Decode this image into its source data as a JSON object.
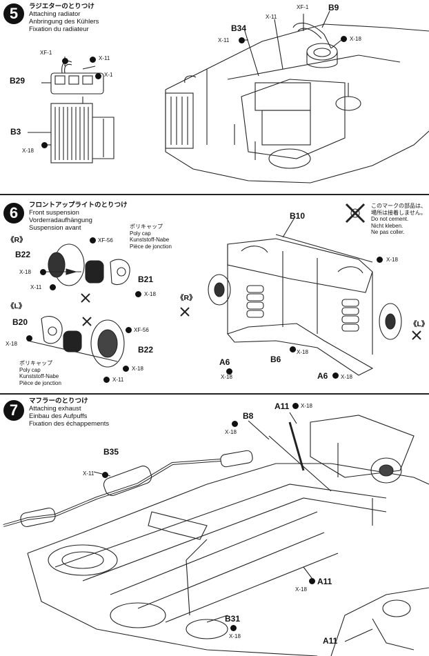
{
  "step5": {
    "number": "5",
    "title_jp": "ラジエターのとりつけ",
    "title_en": "Attaching radiator",
    "title_de": "Anbringung des Kühlers",
    "title_fr": "Fixation du radiateur",
    "labels": {
      "xf1_left": "XF-1",
      "x11_left": "X-11",
      "x1_left": "X-1",
      "b29": "B29",
      "b3": "B3",
      "x18_left": "X-18",
      "x11_top": "X-11",
      "xf1_top": "XF-1",
      "b9": "B9",
      "b34": "B34",
      "x11_b34": "X-11",
      "x18_top": "X-18"
    }
  },
  "step6": {
    "number": "6",
    "title_jp": "フロントアップライトのとりつけ",
    "title_en": "Front suspension",
    "title_de": "Vorderradaufhängung",
    "title_fr": "Suspension avant",
    "no_cement": {
      "jp1": "このマークの部品は、",
      "jp2": "場所は接着しません。",
      "en": "Do not cement.",
      "de": "Nicht kleben.",
      "fr": "Ne pas coller."
    },
    "polycap": {
      "jp": "ポリキャップ",
      "en": "Poly cap",
      "de": "Kunststoff-Nabe",
      "fr": "Pièce de jonction"
    },
    "labels": {
      "r_top": "《R》",
      "b22_top": "B22",
      "xf56_top": "XF-56",
      "x18_a": "X-18",
      "x11_a": "X-11",
      "b21": "B21",
      "x18_b": "X-18",
      "l_left": "《L》",
      "b20": "B20",
      "x18_c": "X-18",
      "xf56_bot": "XF-56",
      "b22_bot": "B22",
      "x18_d": "X-18",
      "x11_b": "X-11",
      "b10": "B10",
      "x18_e": "X-18",
      "r_right": "《R》",
      "l_right": "《L》",
      "b6": "B6",
      "x18_f": "X-18",
      "a6_left": "A6",
      "x18_g": "X-18",
      "a6_right": "A6",
      "x18_h": "X-18"
    }
  },
  "step7": {
    "number": "7",
    "title_jp": "マフラーのとりつけ",
    "title_en": "Attaching exhaust",
    "title_de": "Einbau des Aufpuffs",
    "title_fr": "Fixation des échappements",
    "labels": {
      "b8": "B8",
      "x18_b8": "X-18",
      "a11_top": "A11",
      "x18_a11": "X-18",
      "b35": "B35",
      "x11_b35": "X-11",
      "a11_mid": "A11",
      "x18_mid": "X-18",
      "b31": "B31",
      "x18_b31": "X-18",
      "a11_bot": "A11"
    }
  }
}
